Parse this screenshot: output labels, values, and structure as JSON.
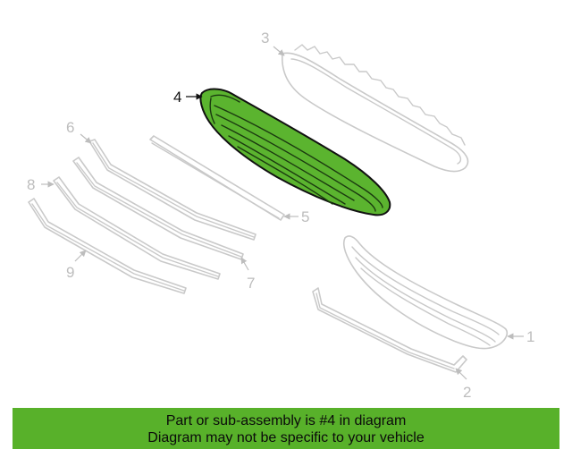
{
  "diagram": {
    "callouts": [
      "1",
      "2",
      "3",
      "4",
      "5",
      "6",
      "7",
      "8",
      "9"
    ],
    "highlighted_part": "4"
  },
  "banner": {
    "line1": "Part or sub-assembly is #4 in diagram",
    "line2": "Diagram may not be specific to your vehicle",
    "color": "#58b12a"
  }
}
